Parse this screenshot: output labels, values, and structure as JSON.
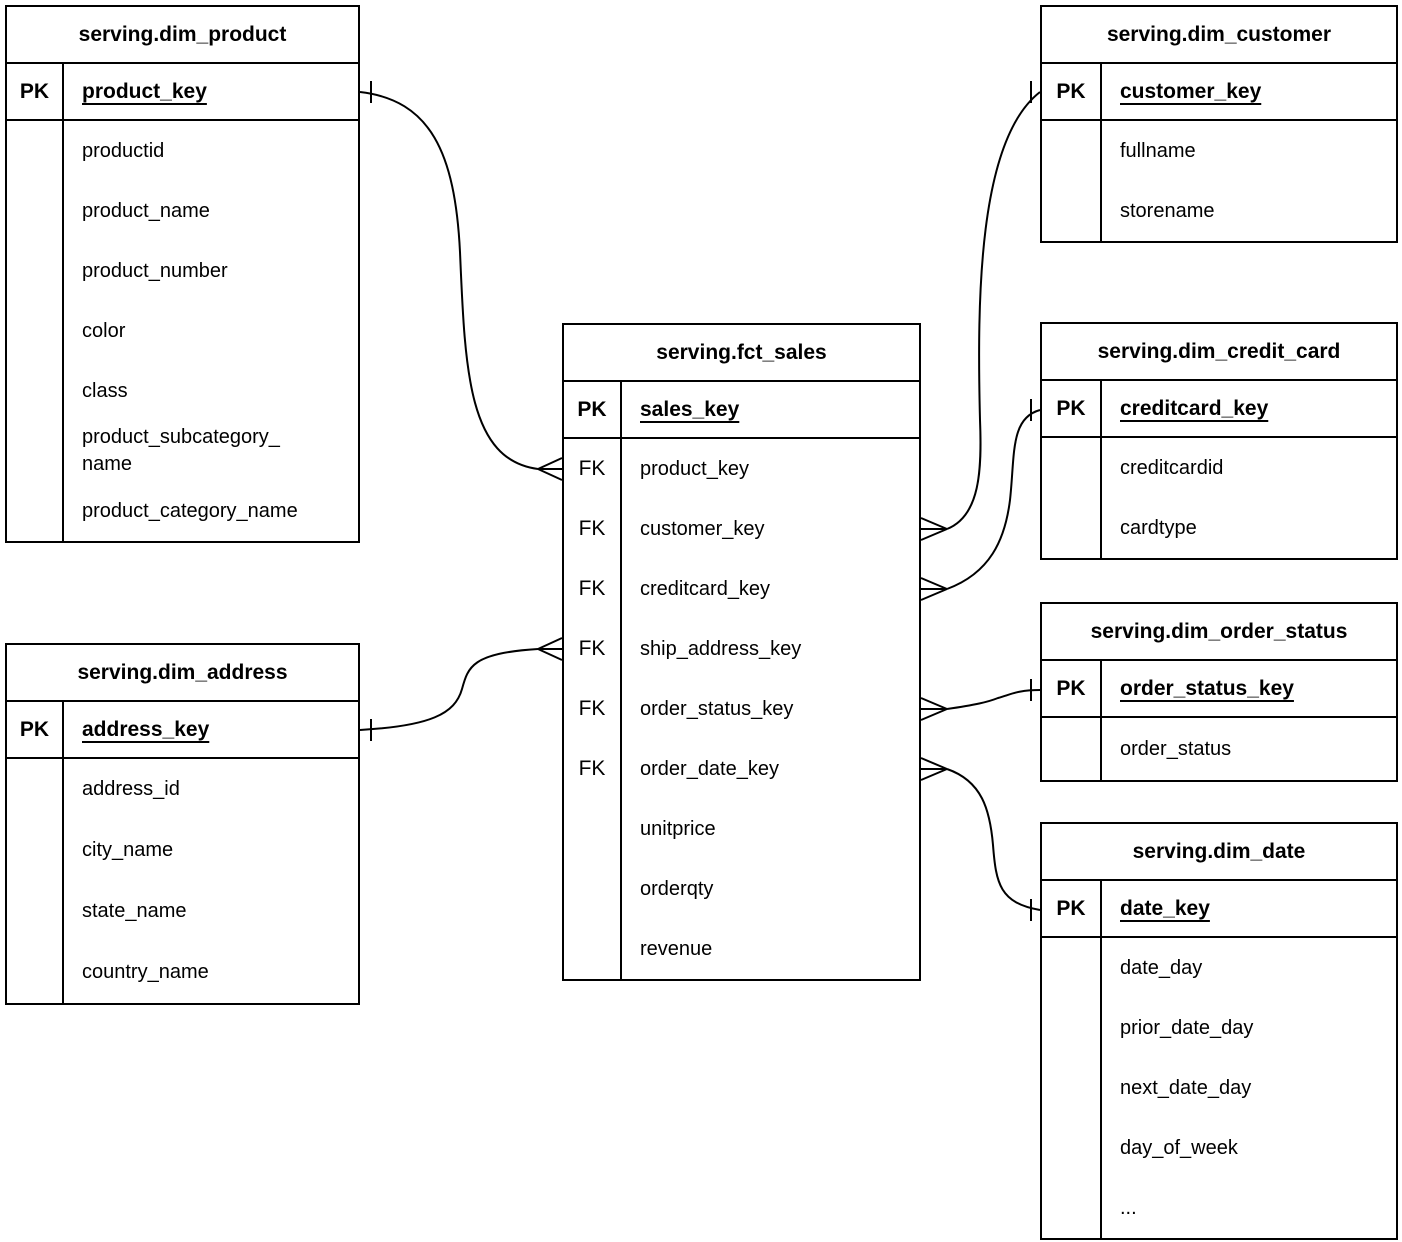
{
  "diagram": {
    "notation": "crows-foot",
    "line_color": "#000000",
    "background_color": "#ffffff",
    "tables": [
      {
        "id": "dim_product",
        "title": "serving.dim_product",
        "pk_label": "PK",
        "pk_field": "product_key",
        "rows": [
          {
            "key": "",
            "field": "productid"
          },
          {
            "key": "",
            "field": "product_name"
          },
          {
            "key": "",
            "field": "product_number"
          },
          {
            "key": "",
            "field": "color"
          },
          {
            "key": "",
            "field": "class"
          },
          {
            "key": "",
            "field": "product_subcategory_\nname"
          },
          {
            "key": "",
            "field": "product_category_name"
          }
        ]
      },
      {
        "id": "dim_address",
        "title": "serving.dim_address",
        "pk_label": "PK",
        "pk_field": "address_key",
        "rows": [
          {
            "key": "",
            "field": "address_id"
          },
          {
            "key": "",
            "field": "city_name"
          },
          {
            "key": "",
            "field": "state_name"
          },
          {
            "key": "",
            "field": "country_name"
          }
        ]
      },
      {
        "id": "fct_sales",
        "title": "serving.fct_sales",
        "pk_label": "PK",
        "pk_field": "sales_key",
        "rows": [
          {
            "key": "FK",
            "field": "product_key"
          },
          {
            "key": "FK",
            "field": "customer_key"
          },
          {
            "key": "FK",
            "field": "creditcard_key"
          },
          {
            "key": "FK",
            "field": "ship_address_key"
          },
          {
            "key": "FK",
            "field": "order_status_key"
          },
          {
            "key": "FK",
            "field": "order_date_key"
          },
          {
            "key": "",
            "field": "unitprice"
          },
          {
            "key": "",
            "field": "orderqty"
          },
          {
            "key": "",
            "field": "revenue"
          }
        ]
      },
      {
        "id": "dim_customer",
        "title": "serving.dim_customer",
        "pk_label": "PK",
        "pk_field": "customer_key",
        "rows": [
          {
            "key": "",
            "field": "fullname"
          },
          {
            "key": "",
            "field": "storename"
          }
        ]
      },
      {
        "id": "dim_credit_card",
        "title": "serving.dim_credit_card",
        "pk_label": "PK",
        "pk_field": "creditcard_key",
        "rows": [
          {
            "key": "",
            "field": "creditcardid"
          },
          {
            "key": "",
            "field": "cardtype"
          }
        ]
      },
      {
        "id": "dim_order_status",
        "title": "serving.dim_order_status",
        "pk_label": "PK",
        "pk_field": "order_status_key",
        "rows": [
          {
            "key": "",
            "field": "order_status"
          }
        ]
      },
      {
        "id": "dim_date",
        "title": "serving.dim_date",
        "pk_label": "PK",
        "pk_field": "date_key",
        "rows": [
          {
            "key": "",
            "field": "date_day"
          },
          {
            "key": "",
            "field": "prior_date_day"
          },
          {
            "key": "",
            "field": "next_date_day"
          },
          {
            "key": "",
            "field": "day_of_week"
          },
          {
            "key": "",
            "field": "..."
          }
        ]
      }
    ],
    "relationships": [
      {
        "from_table": "serving.fct_sales",
        "from_field": "product_key",
        "from_cardinality": "many",
        "to_table": "serving.dim_product",
        "to_field": "product_key",
        "to_cardinality": "one"
      },
      {
        "from_table": "serving.fct_sales",
        "from_field": "ship_address_key",
        "from_cardinality": "many",
        "to_table": "serving.dim_address",
        "to_field": "address_key",
        "to_cardinality": "one"
      },
      {
        "from_table": "serving.fct_sales",
        "from_field": "customer_key",
        "from_cardinality": "many",
        "to_table": "serving.dim_customer",
        "to_field": "customer_key",
        "to_cardinality": "one"
      },
      {
        "from_table": "serving.fct_sales",
        "from_field": "creditcard_key",
        "from_cardinality": "many",
        "to_table": "serving.dim_credit_card",
        "to_field": "creditcard_key",
        "to_cardinality": "one"
      },
      {
        "from_table": "serving.fct_sales",
        "from_field": "order_status_key",
        "from_cardinality": "many",
        "to_table": "serving.dim_order_status",
        "to_field": "order_status_key",
        "to_cardinality": "one"
      },
      {
        "from_table": "serving.fct_sales",
        "from_field": "order_date_key",
        "from_cardinality": "many",
        "to_table": "serving.dim_date",
        "to_field": "date_key",
        "to_cardinality": "one"
      }
    ]
  }
}
